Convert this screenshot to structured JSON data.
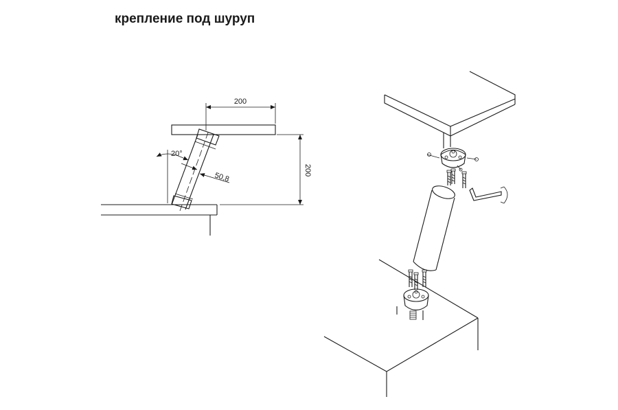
{
  "title": "крепление под шуруп",
  "schematic": {
    "dim_horizontal": "200",
    "dim_vertical": "200",
    "dim_angle": "20°",
    "dim_diameter": "50,8"
  }
}
